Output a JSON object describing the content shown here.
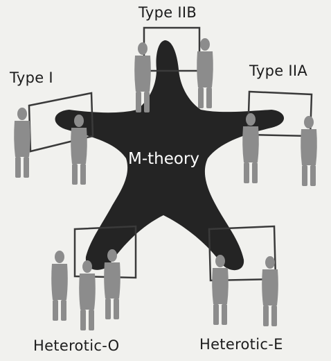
{
  "center": {
    "label": "M-theory"
  },
  "theories": {
    "type_iib": "Type IIB",
    "type_i": "Type I",
    "type_iia": "Type IIA",
    "heterotic_o": "Heterotic-O",
    "heterotic_e": "Heterotic-E"
  },
  "colors": {
    "star": "#242424",
    "figure": "#8c8c8c",
    "board": "#3a3a3a",
    "background": "#f1f1ee"
  }
}
